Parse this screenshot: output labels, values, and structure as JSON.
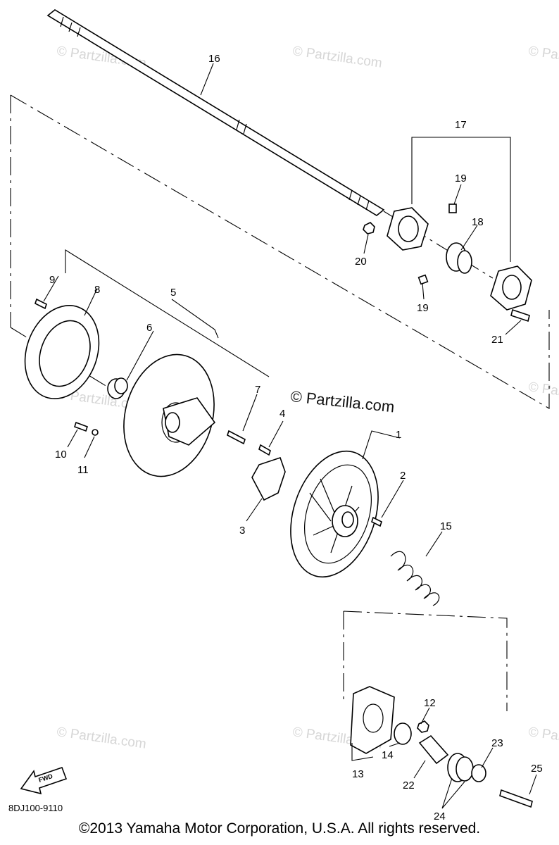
{
  "diagram_code": "8DJ100-9110",
  "copyright": "©2013 Yamaha Motor Corporation, U.S.A. All rights reserved.",
  "watermark_main": "© Partzilla.com",
  "watermark_faint": "© Partzilla.com",
  "fwd_label": "FWD",
  "callouts": [
    "1",
    "2",
    "3",
    "4",
    "5",
    "6",
    "7",
    "8",
    "9",
    "10",
    "11",
    "12",
    "13",
    "14",
    "15",
    "16",
    "17",
    "18",
    "19",
    "19",
    "20",
    "21",
    "22",
    "23",
    "24",
    "25"
  ]
}
